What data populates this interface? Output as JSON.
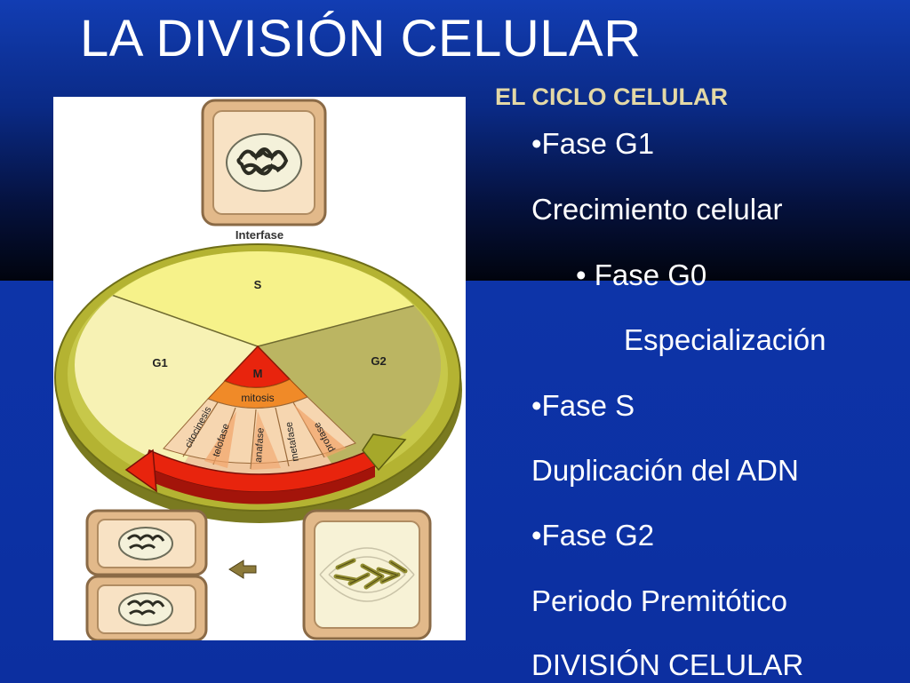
{
  "slide": {
    "title": "LA DIVISIÓN CELULAR",
    "subtitle": "EL CICLO CELULAR",
    "lines": [
      "•Fase G1",
      "Crecimiento celular",
      "•  Fase G0",
      "Especialización",
      "•Fase S",
      "Duplicación del ADN",
      "•Fase G2",
      "Periodo Premitótico",
      "DIVISIÓN CELULAR"
    ]
  },
  "diagram": {
    "ring_label": "Interfase",
    "phase_s": "S",
    "phase_g1": "G1",
    "phase_g2": "G2",
    "phase_m": "M",
    "mitosis": "mitosis",
    "sub_phases": [
      "citocinesis",
      "telofase",
      "anafase",
      "metafase",
      "profase"
    ]
  },
  "colors": {
    "background_blue": "#0c2fa0",
    "title": "#ffffff",
    "subtitle": "#e3d8a6",
    "cycle_s": "#f6f28a",
    "cycle_g1": "#f7f2b4",
    "cycle_g2": "#bbb562",
    "cycle_m": "#e8240d",
    "ring_olive": "#b4b332"
  }
}
